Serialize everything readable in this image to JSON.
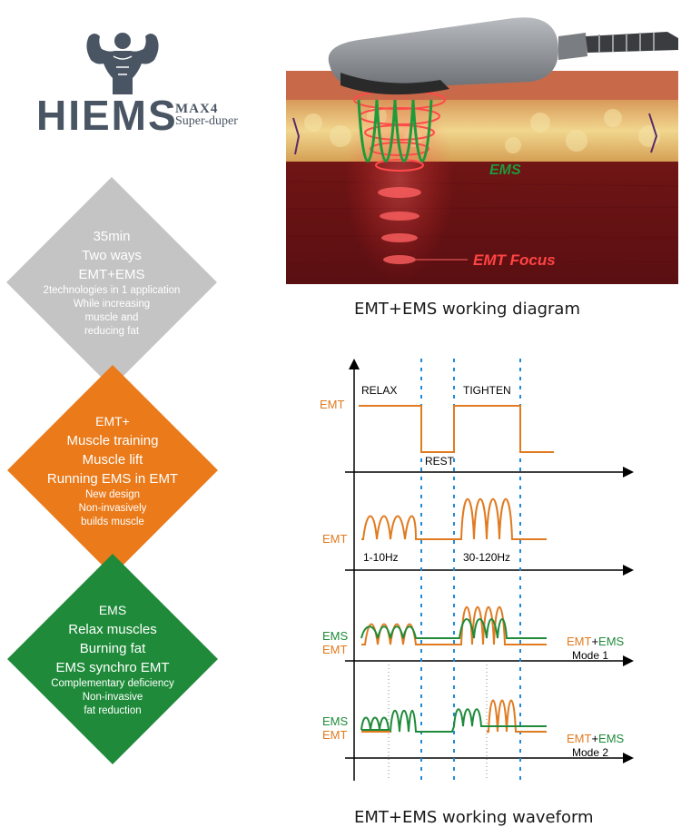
{
  "logo": {
    "brand": "HIEMS",
    "model": "MAX4",
    "tagline": "Super-duper",
    "icon": "muscle-man-icon"
  },
  "diamonds": [
    {
      "color": "#c4c4c4",
      "lines_big": [
        "35min",
        "Two ways",
        "EMT+EMS"
      ],
      "lines_small": [
        "2technologies in 1 application",
        "While increasing",
        "muscle and",
        "reducing fat"
      ]
    },
    {
      "color": "#ea7a1a",
      "lines_big": [
        "EMT+",
        "Muscle training",
        "Muscle lift",
        "Running EMS in EMT"
      ],
      "lines_small": [
        "New design",
        "Non-invasively",
        "builds muscle"
      ]
    },
    {
      "color": "#1f8b3a",
      "lines_big": [
        "EMS",
        "Relax muscles",
        "Burning fat",
        "EMS synchro EMT"
      ],
      "lines_small": [
        "Complementary deficiency",
        "Non-invasive",
        "fat reduction"
      ]
    }
  ],
  "working_diagram": {
    "ems_label": "EMS",
    "emt_label": "EMT  Focus",
    "caption": "EMT+EMS working diagram"
  },
  "waveform": {
    "caption": "EMT+EMS working waveform",
    "relax": "RELAX",
    "tighten": "TIGHTEN",
    "rest": "REST",
    "emt": "EMT",
    "ems": "EMS",
    "freq_low": "1-10Hz",
    "freq_high": "30-120Hz",
    "combo_emt": "EMT",
    "combo_plus": "+",
    "combo_ems": "EMS",
    "mode1": "Mode 1",
    "mode2": "Mode 2",
    "colors": {
      "emt": "#e07b20",
      "ems": "#1f8b3a",
      "guide": "#1f8ad8"
    }
  }
}
